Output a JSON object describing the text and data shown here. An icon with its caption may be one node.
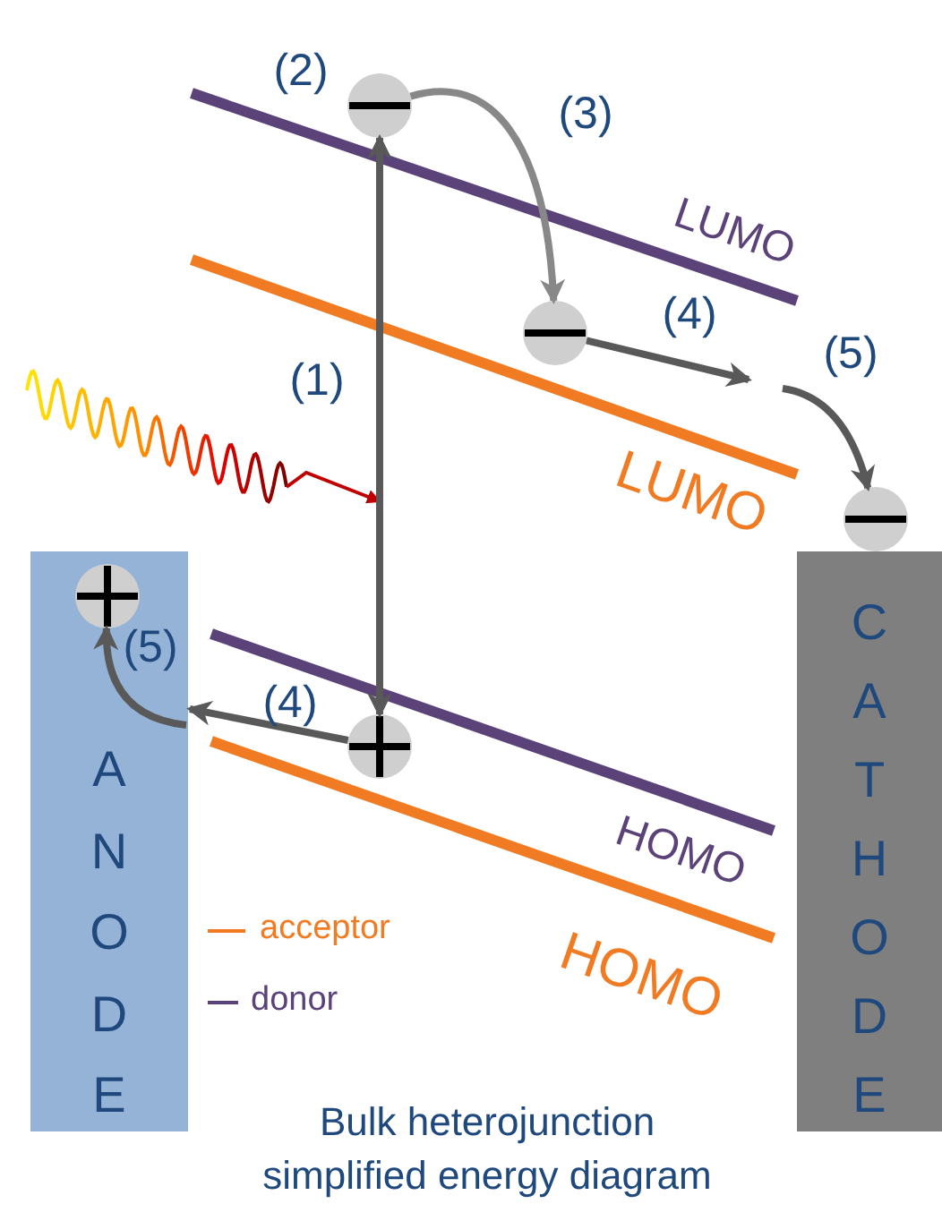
{
  "diagram": {
    "caption": "Bulk heterojunction simplified energy diagram",
    "nodes": [
      {
        "text": [
          "ANODE"
        ]
      },
      {
        "text": [
          "CATHODE"
        ]
      },
      {
        "text": [],
        "shape": "circle"
      },
      {
        "text": [],
        "shape": "circle"
      },
      {
        "text": [],
        "shape": "circle"
      },
      {
        "text": [],
        "shape": "circle",
        "in": 0
      },
      {
        "text": [],
        "shape": "circle"
      }
    ],
    "edges": [
      {
        "from": 6,
        "to": 2,
        "arrow": "both"
      },
      {
        "from": 2,
        "to": 3,
        "arrow": "to",
        "color": "#888888"
      },
      {
        "from": 3,
        "to": null,
        "arrow": "to"
      },
      {
        "from": null,
        "to": 4,
        "arrow": "to"
      },
      {
        "from": 6,
        "to": 0,
        "arrow": "to"
      },
      {
        "from": 0,
        "to": 5,
        "arrow": "to"
      }
    ],
    "labels": [
      "(2)",
      "(3)",
      "LUMO",
      "(4)",
      "(1)",
      "(5)",
      "LUMO",
      "(5)",
      "(4)",
      "HOMO",
      "HOMO"
    ],
    "legend": [
      {
        "text": "acceptor",
        "color": "#f07b22"
      },
      {
        "text": "donor",
        "color": "#5b437a"
      }
    ]
  }
}
